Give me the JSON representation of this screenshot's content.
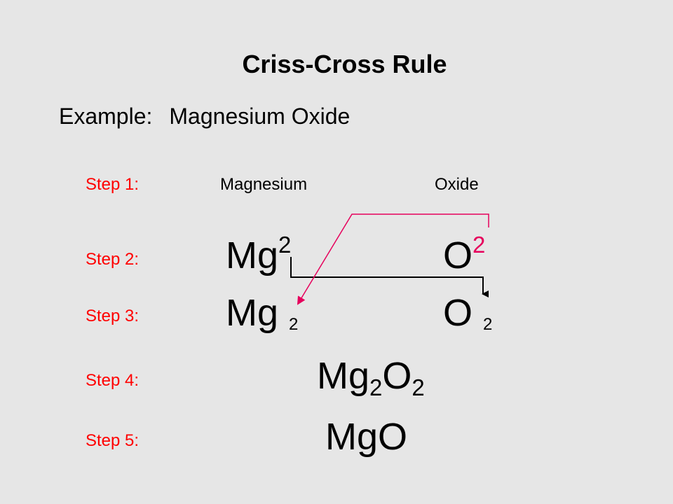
{
  "slide": {
    "title": "Criss-Cross Rule",
    "example_label": "Example:",
    "example_topic": "Magnesium Oxide"
  },
  "steps": {
    "s1": {
      "label": "Step 1:",
      "cation_name": "Magnesium",
      "anion_name": "Oxide"
    },
    "s2": {
      "label": "Step 2:",
      "cation_symbol": "Mg",
      "cation_charge": "2",
      "anion_symbol": "O",
      "anion_charge": "2"
    },
    "s3": {
      "label": "Step 3:",
      "cation_symbol": "Mg",
      "cation_subscript": "2",
      "anion_symbol": "O",
      "anion_subscript": "2"
    },
    "s4": {
      "label": "Step 4:",
      "el1": "Mg",
      "sub1": "2",
      "el2": "O",
      "sub2": "2"
    },
    "s5": {
      "label": "Step 5:",
      "formula": "MgO"
    }
  },
  "colors": {
    "background": "#e6e6e6",
    "step_label": "#ff0000",
    "anion_charge": "#e6005c",
    "arrow_pink": "#e6005c",
    "arrow_black": "#000000"
  }
}
